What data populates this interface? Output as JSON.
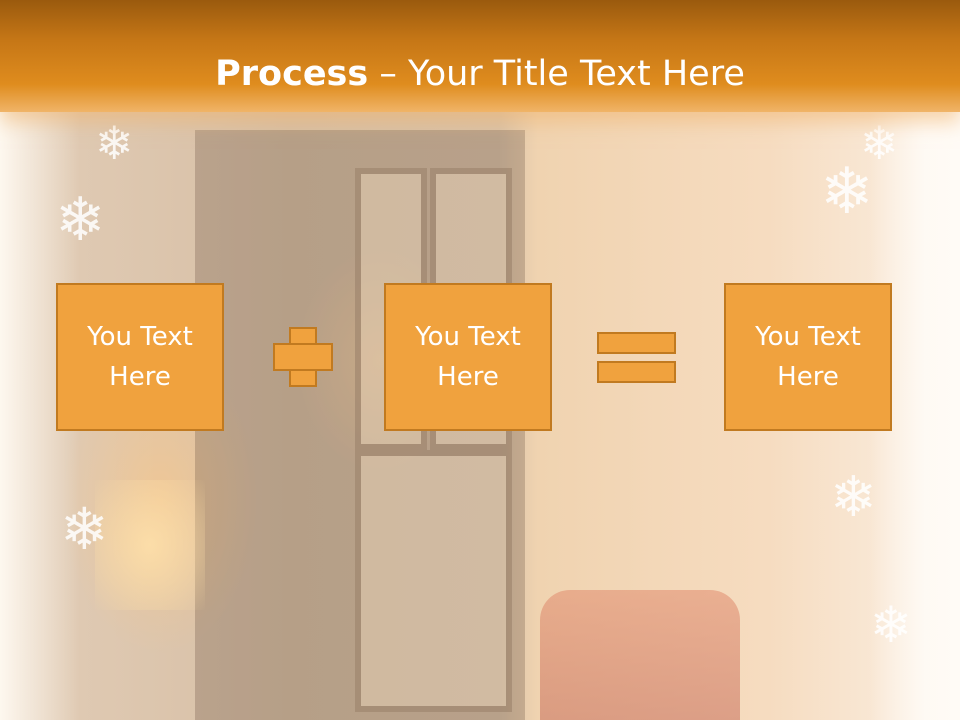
{
  "header": {
    "title_bold": "Process",
    "title_rest": " – Your Title Text Here"
  },
  "boxes": [
    {
      "text": "You Text Here"
    },
    {
      "text": "You Text Here"
    },
    {
      "text": "You Text Here"
    }
  ],
  "operators": {
    "first": "plus-icon",
    "second": "equals-icon"
  },
  "colors": {
    "header_orange": "#df8c1e",
    "box_fill": "#f0a23e",
    "box_border": "#c17a20",
    "text": "#ffffff"
  }
}
